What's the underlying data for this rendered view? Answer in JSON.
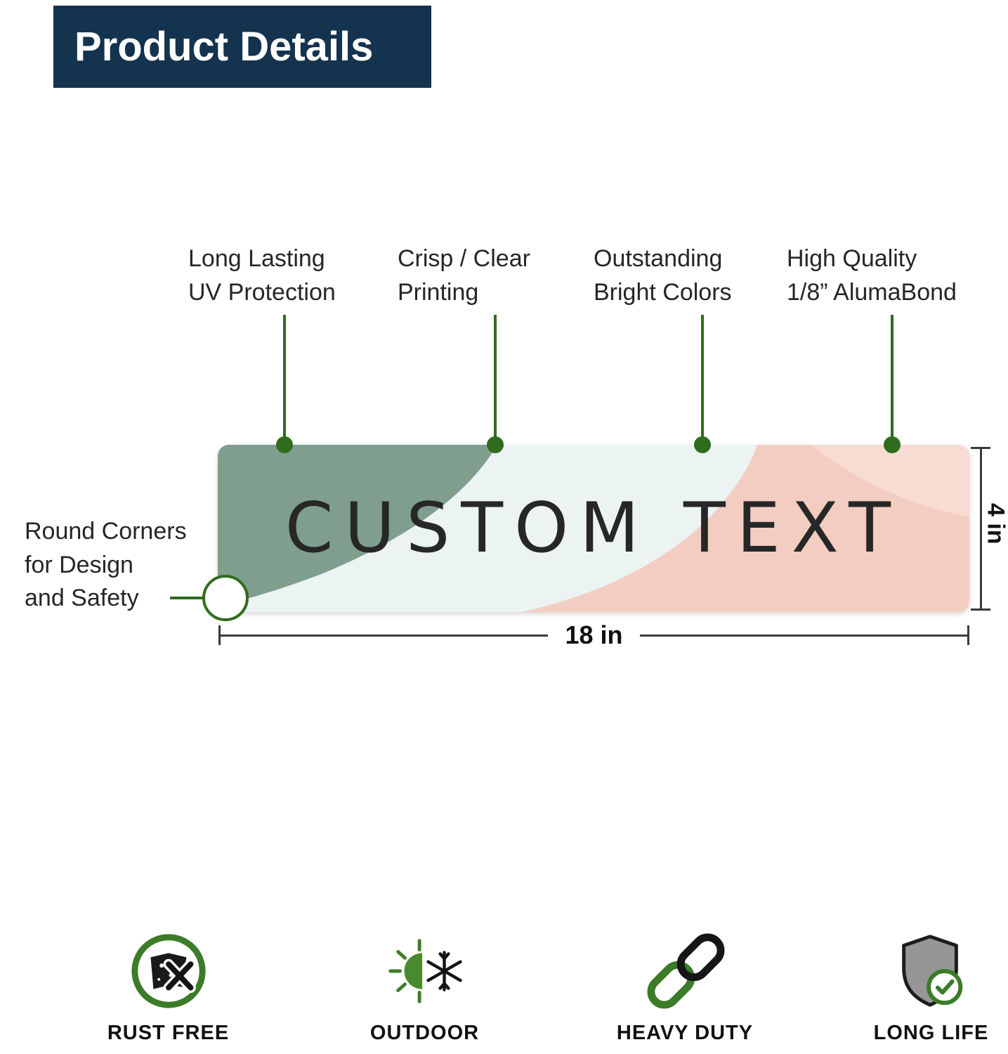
{
  "header": {
    "title": "Product Details"
  },
  "callouts": [
    {
      "line1": "Long Lasting",
      "line2": "UV Protection"
    },
    {
      "line1": "Crisp / Clear",
      "line2": "Printing"
    },
    {
      "line1": "Outstanding",
      "line2": "Bright Colors"
    },
    {
      "line1": "High Quality",
      "line2": "1/8” AlumaBond"
    }
  ],
  "corner_callout": {
    "line1": "Round Corners",
    "line2": "for Design",
    "line3": "and Safety"
  },
  "sign": {
    "text": "CUSTOM TEXT"
  },
  "dimensions": {
    "width_label": "18 in",
    "height_label": "4 in"
  },
  "features": [
    {
      "label": "RUST FREE",
      "icon": "rust-free-icon"
    },
    {
      "label": "OUTDOOR",
      "icon": "outdoor-icon"
    },
    {
      "label": "HEAVY DUTY",
      "icon": "heavy-duty-icon"
    },
    {
      "label": "LONG LIFE",
      "icon": "long-life-icon"
    }
  ],
  "colors": {
    "navy": "#14334e",
    "line_green": "#2f6c1d",
    "icon_green": "#3c7b27",
    "sage_blob": "#7f9e8e",
    "pink_blob": "#f4cdc2",
    "pink_light_blob": "#f8dbd2",
    "sign_background": "#ecf3f3"
  }
}
